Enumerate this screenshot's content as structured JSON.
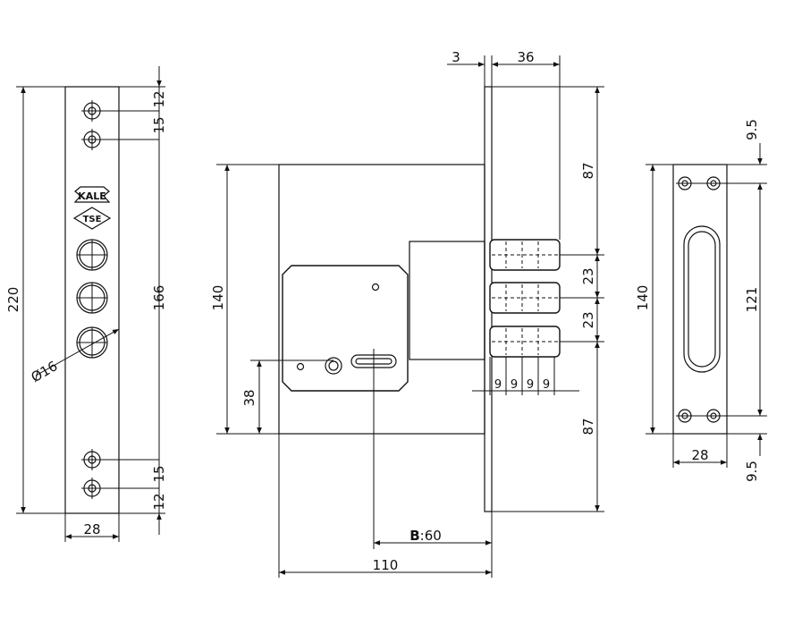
{
  "faceplate": {
    "height_total": "220",
    "width": "28",
    "span_mid": "166",
    "top_a": "12",
    "top_b": "15",
    "bot_a": "15",
    "bot_b": "12",
    "hole_dia": "Ø16",
    "brand_logo": "KALE",
    "cert_logo": "TSE"
  },
  "lock_body": {
    "top_gap": "3",
    "top_depth": "36",
    "height": "140",
    "follower": "38",
    "backset": "B:60",
    "backset_prefix": "B",
    "backset_value": ":60",
    "width": "110",
    "top_offset": "87",
    "bolt_space_1": "23",
    "bolt_space_2": "23",
    "bottom_offset": "87",
    "bolt_widths": [
      "9",
      "9",
      "9",
      "9"
    ]
  },
  "strike_plate": {
    "top_margin": "9.5",
    "height": "140",
    "slot_len": "121",
    "bottom_margin": "9.5",
    "width": "28"
  }
}
